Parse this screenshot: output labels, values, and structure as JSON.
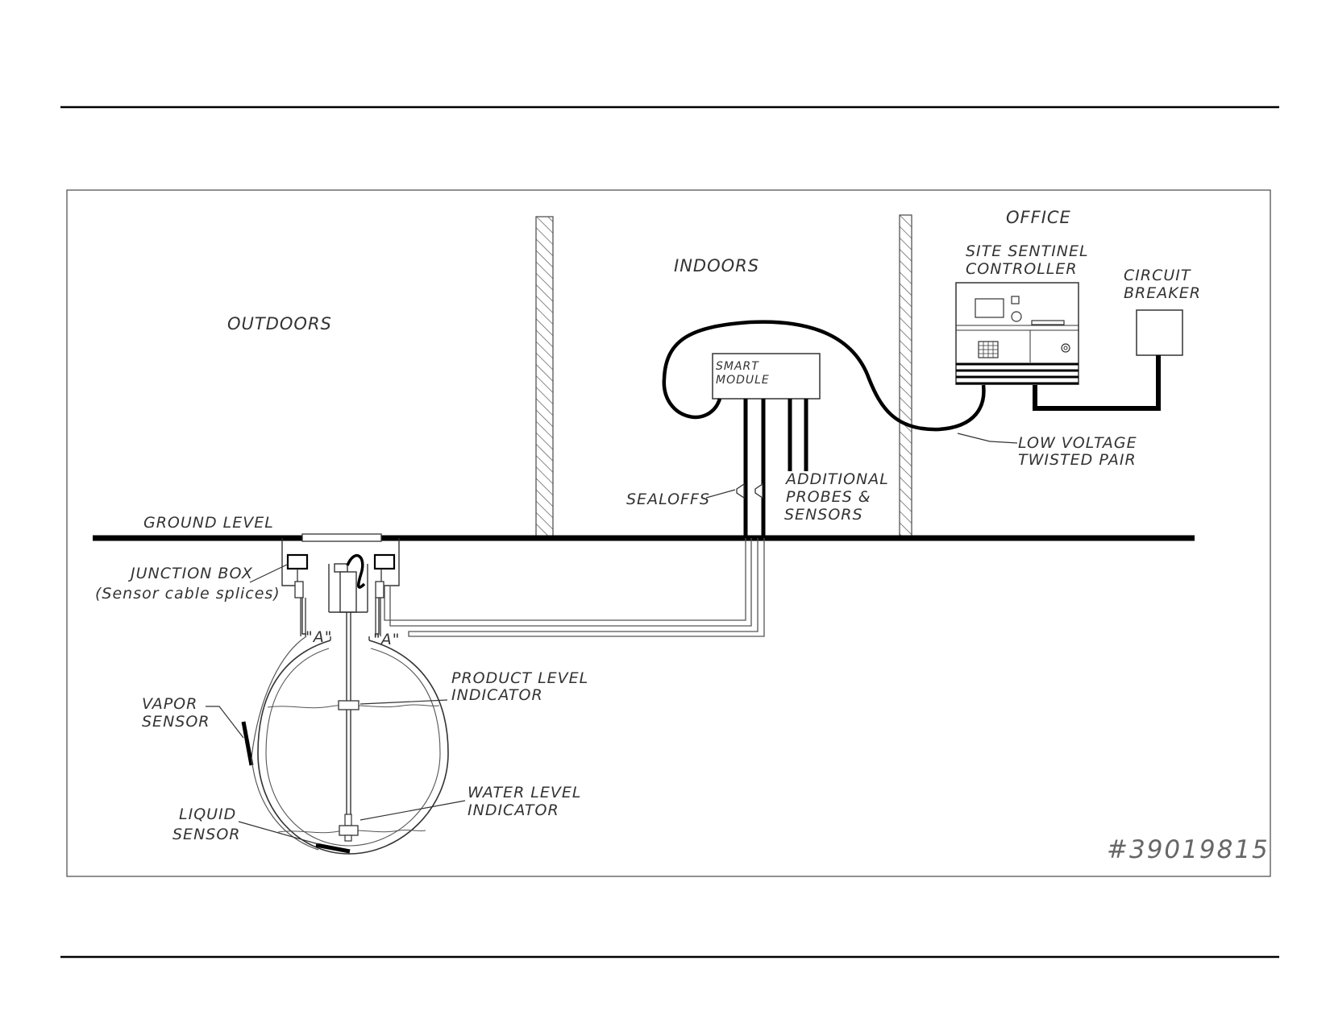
{
  "labels": {
    "outdoors": "OUTDOORS",
    "indoors": "INDOORS",
    "office": "OFFICE",
    "controller_line1": "SITE SENTINEL",
    "controller_line2": "CONTROLLER",
    "breaker_line1": "CIRCUIT",
    "breaker_line2": "BREAKER",
    "smart_module_line1": "SMART",
    "smart_module_line2": "MODULE",
    "low_voltage_line1": "LOW VOLTAGE",
    "low_voltage_line2": "TWISTED PAIR",
    "sealoffs": "SEALOFFS",
    "additional_line1": "ADDITIONAL",
    "additional_line2": "PROBES &",
    "additional_line3": "SENSORS",
    "ground_level": "GROUND LEVEL",
    "junction_box_line1": "JUNCTION BOX",
    "junction_box_line2": "(Sensor cable splices)",
    "a_left": "\"A\"",
    "a_right": "\"A\"",
    "product_level_line1": "PRODUCT LEVEL",
    "product_level_line2": "INDICATOR",
    "vapor_sensor_line1": "VAPOR",
    "vapor_sensor_line2": "SENSOR",
    "water_level_line1": "WATER LEVEL",
    "water_level_line2": "INDICATOR",
    "liquid_sensor_line1": "LIQUID",
    "liquid_sensor_line2": "SENSOR",
    "drawing_number": "#39019815"
  },
  "colors": {
    "line": "#000000",
    "thin_line": "#555555",
    "text": "#333333"
  }
}
